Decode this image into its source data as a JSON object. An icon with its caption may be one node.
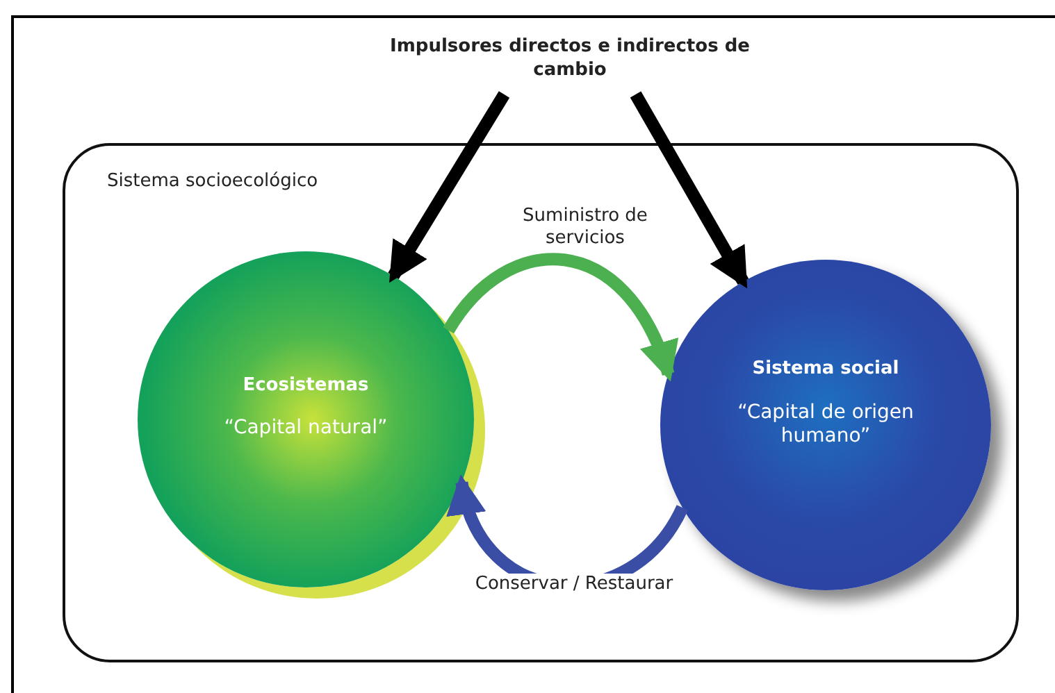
{
  "diagram": {
    "nodes": [
      {
        "text": [
          "Impulsores directos e indirectos de cambio"
        ]
      },
      {
        "text": [
          "Sistema socioecológico"
        ]
      },
      {
        "text": [
          "Ecosistemas",
          "“Capital natural”"
        ],
        "in": 1
      },
      {
        "text": [
          "Sistema social",
          "“Capital de origen humano”"
        ],
        "in": 1
      }
    ],
    "edges": [
      {
        "from": 0,
        "to": 2,
        "arrow": "to"
      },
      {
        "from": 0,
        "to": 3,
        "arrow": "to"
      },
      {
        "from": 2,
        "to": 3,
        "arrow": "to",
        "color": "#4cb050",
        "label": "Suministro de servicios"
      },
      {
        "from": 3,
        "to": 2,
        "arrow": "to",
        "color": "#3b4ea6",
        "label": "Conservar / Restaurar"
      }
    ]
  }
}
